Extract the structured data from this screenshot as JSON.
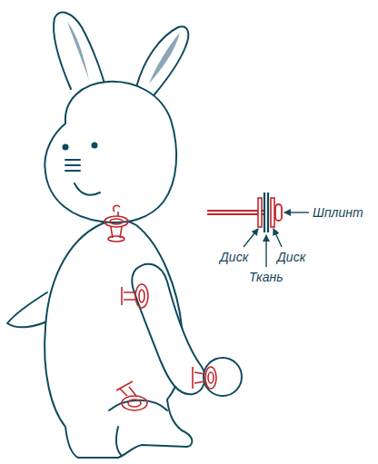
{
  "diagram": {
    "labels": [
      "Шплинт",
      "Диск",
      "Ткань",
      "Диск"
    ]
  }
}
